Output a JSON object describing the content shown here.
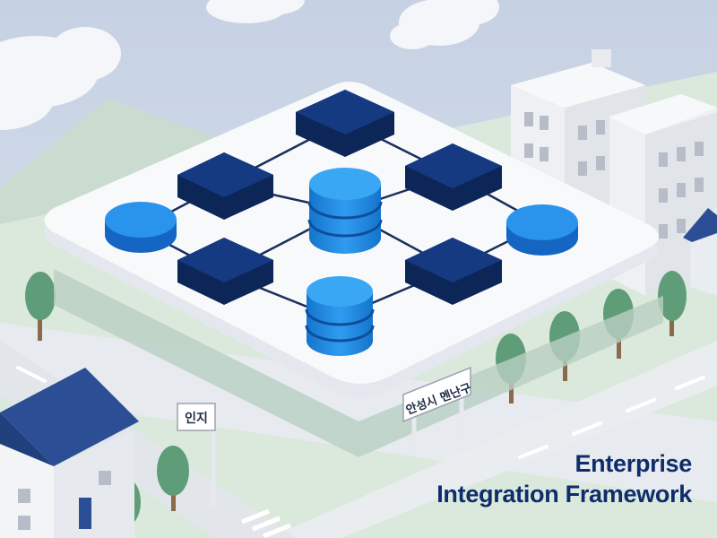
{
  "caption": {
    "line1": "Enterprise",
    "line2": "Integration Framework"
  },
  "signs": {
    "main_sign": "안성시 멘난구",
    "left_sign": "인지"
  },
  "colors": {
    "sky": "#cfd9e8",
    "grass": "#dbe9dd",
    "road": "#e8ebef",
    "platform": "#f7f8fa",
    "server_dark": "#11306e",
    "disk_blue": "#1e8be0",
    "caption_text": "#0f2c6b"
  }
}
